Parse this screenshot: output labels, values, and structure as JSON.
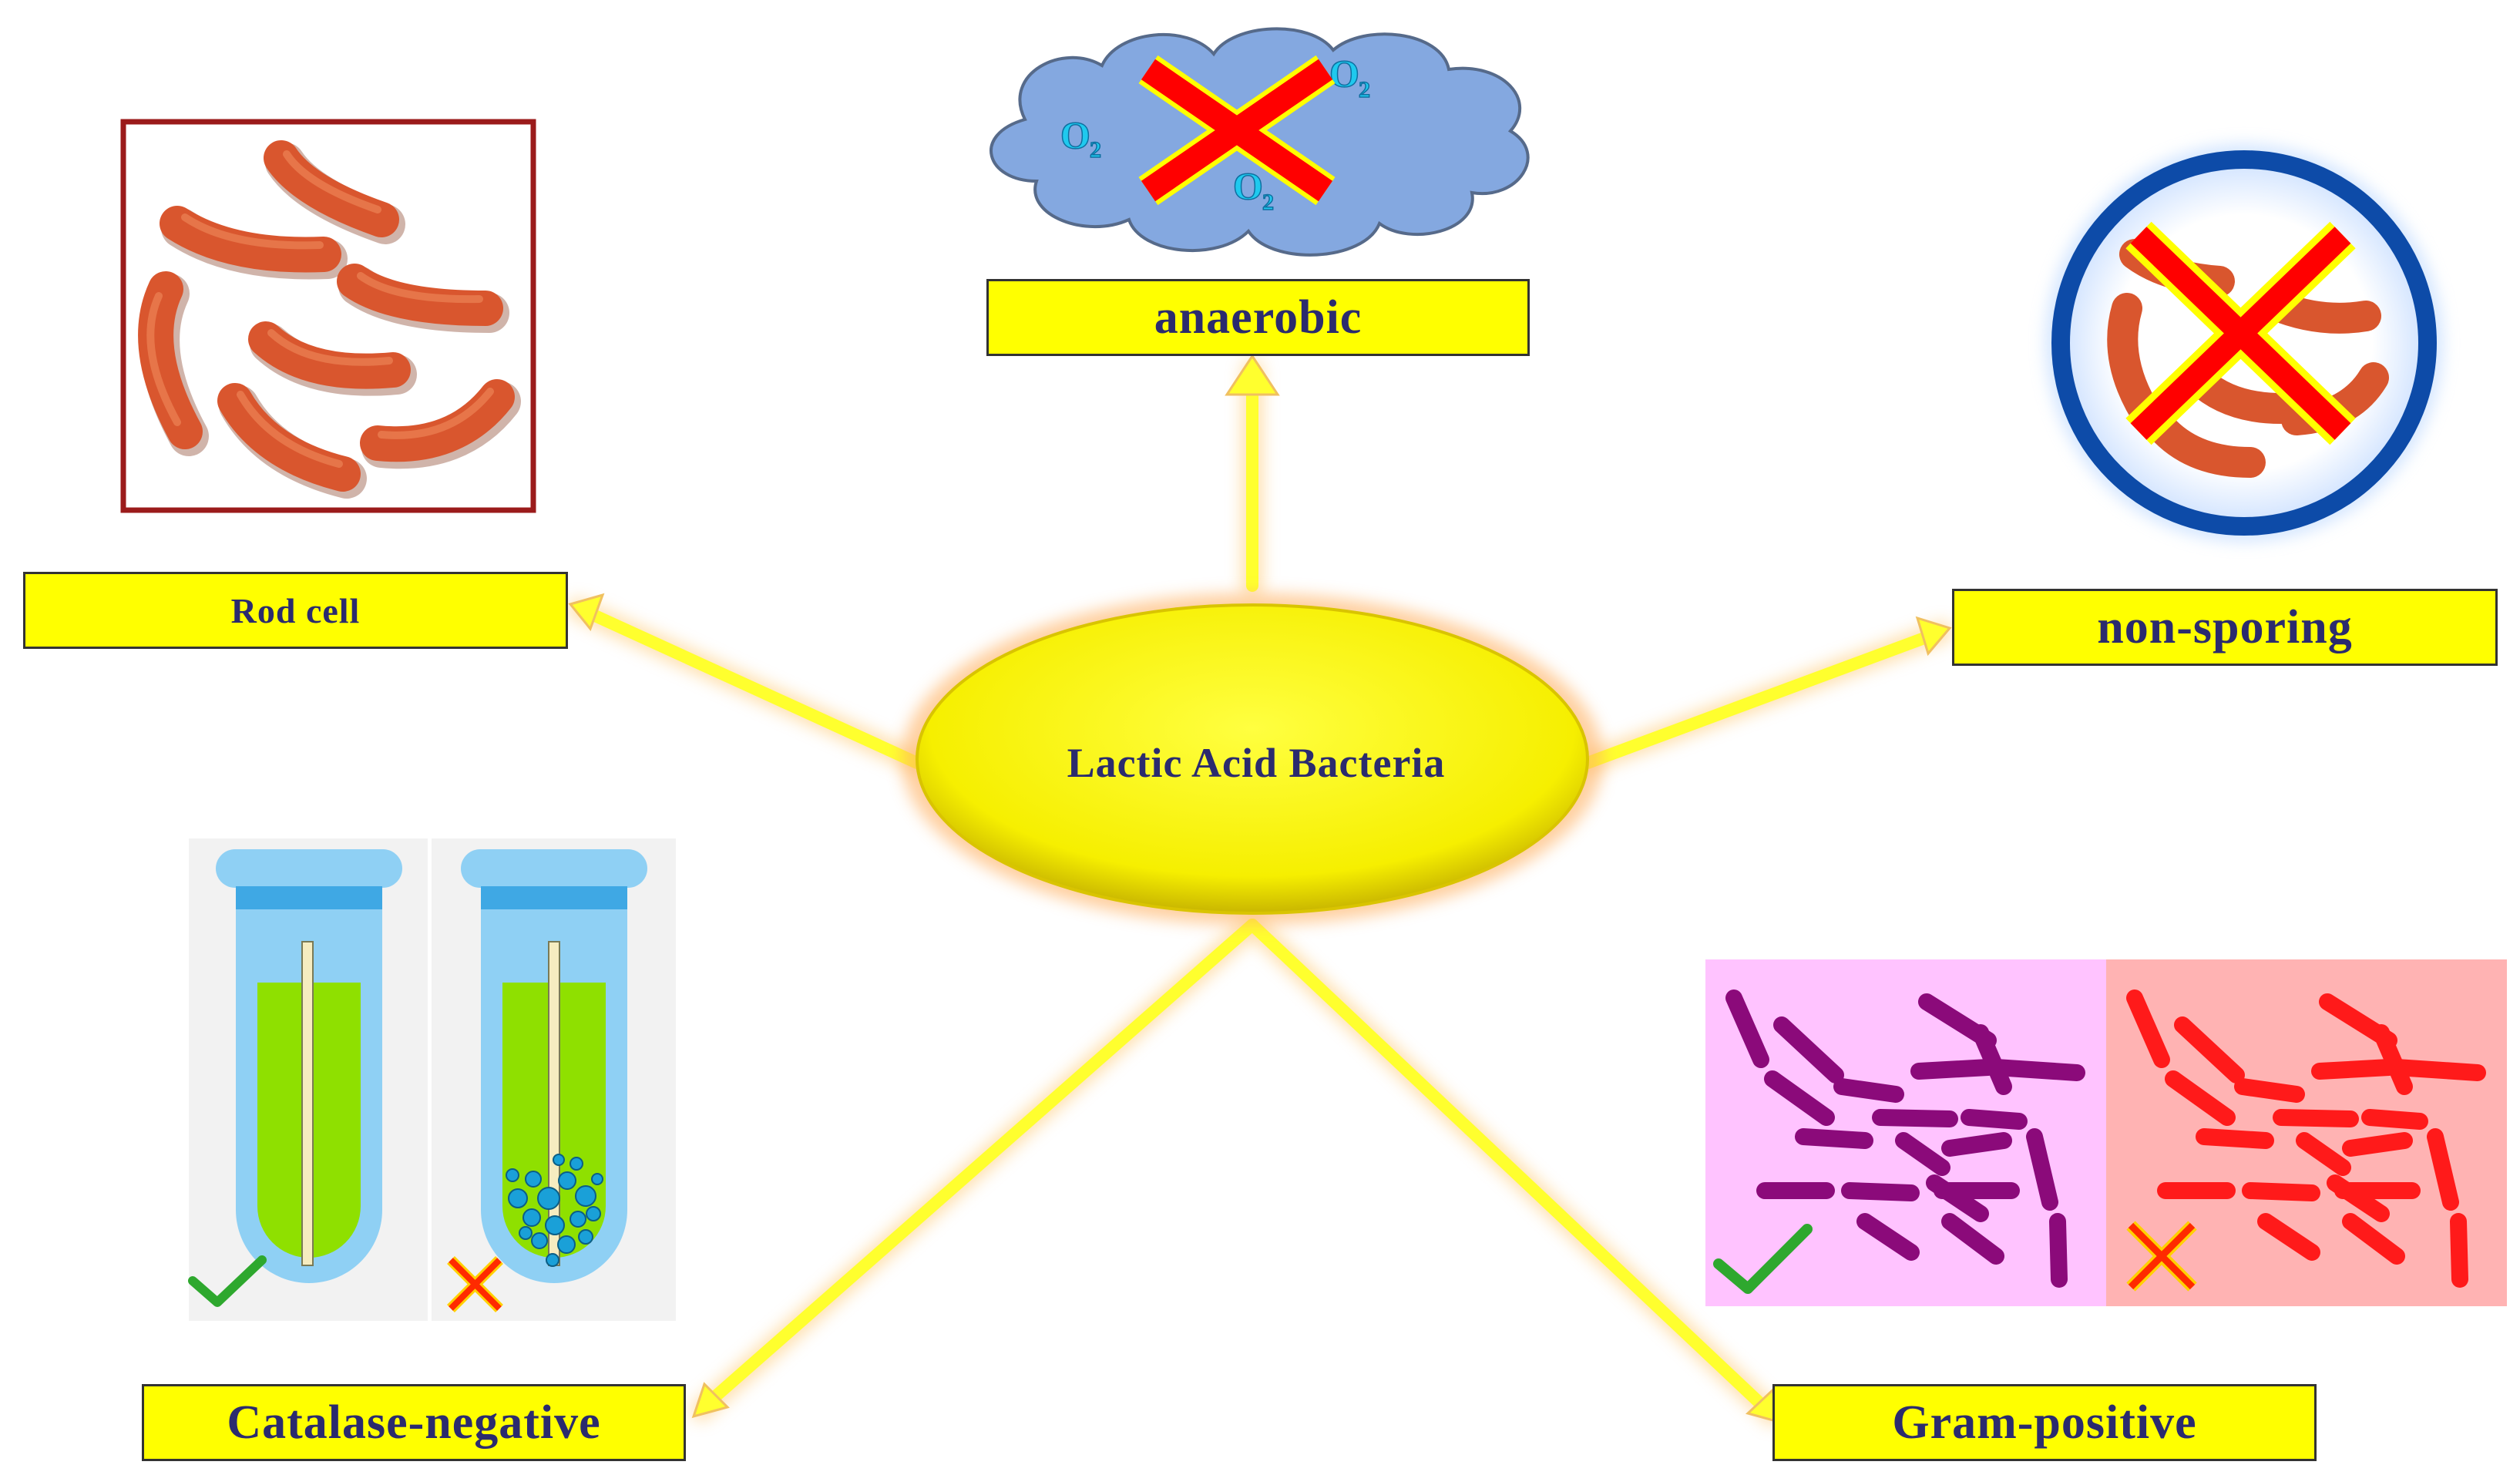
{
  "center": {
    "label": "Lactic Acid Bacteria"
  },
  "nodes": {
    "rod_cell": "Rod cell",
    "anaerobic": "anaerobic",
    "non_sporing": "non-sporing",
    "catalase_negative": "Catalase-negative",
    "gram_positive": "Gram-positive"
  },
  "oxygen_labels": [
    "O2",
    "O2",
    "O2"
  ],
  "colors": {
    "label_fill": "#ffff00",
    "label_text": "#2b2b6e",
    "arrow": "#ffff33",
    "arrow_glow": "#ffd27a",
    "bacteria": "#d9562e",
    "cross": "#ff0000",
    "check": "#2ea82e",
    "gram_positive_stain": "#8b0a7a",
    "gram_negative_stain": "#ff1a1a",
    "tube_glass": "#7fcaf2",
    "tube_liquid": "#8fe000",
    "bubbles": "#1aa0d8",
    "cloud": "#84a8e0"
  },
  "icons": [
    "cloud-icon",
    "cross-icon",
    "check-icon",
    "bacteria-icon",
    "test-tube-icon",
    "no-spore-icon"
  ]
}
